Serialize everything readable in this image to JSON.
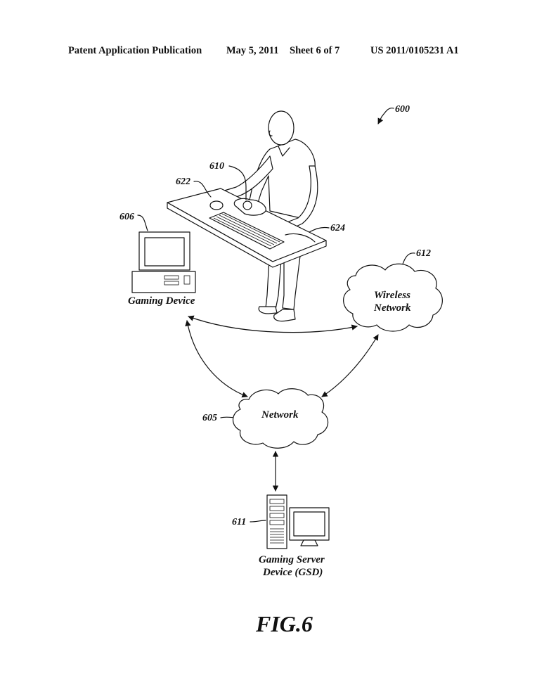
{
  "header": {
    "publication": "Patent Application Publication",
    "date": "May 5, 2011",
    "sheet": "Sheet 6 of 7",
    "number": "US 2011/0105231 A1"
  },
  "refs": {
    "system": "600",
    "user_station": "610",
    "input_device": "622",
    "table": "624",
    "gaming_device": "606",
    "wireless_network": "612",
    "network": "605",
    "server": "611"
  },
  "labels": {
    "gaming_device": "Gaming Device",
    "wireless_line1": "Wireless",
    "wireless_line2": "Network",
    "network": "Network",
    "server_line1": "Gaming Server",
    "server_line2": "Device (GSD)"
  },
  "figure_label": "FIG.6"
}
